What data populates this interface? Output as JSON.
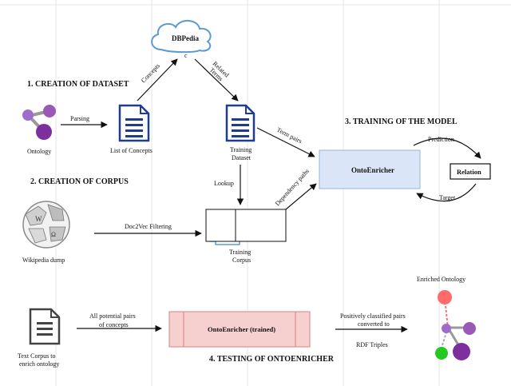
{
  "sections": {
    "dataset": "1. CREATION OF DATASET",
    "corpus": "2. CREATION OF CORPUS",
    "training": "3. TRAINING OF THE MODEL",
    "testing": "4. TESTING OF ONTOENRICHER"
  },
  "nodes": {
    "dbpedia": "DBPedia",
    "dbpedia_sub": "c",
    "ontology": "Ontology",
    "list_of_concepts": "List of Concepts",
    "training_dataset_1": "Training",
    "training_dataset_2": "Dataset",
    "training_corpus_1": "Training",
    "training_corpus_2": "Corpus",
    "wikipedia_dump": "Wikipedia dump",
    "ontoenricher": "OntoEnricher",
    "relation": "Relation",
    "ontoenricher_trained": "OntoEnricher  (trained)",
    "text_corpus_1": "Text Corpus to",
    "text_corpus_2": "enrich ontology",
    "enriched_ontology": "Enriched Ontology"
  },
  "edges": {
    "parsing": "Parsing",
    "concepts": "Concepts",
    "related_terms_1": "Related",
    "related_terms_2": "Terms",
    "term_pairs": "Term pairs",
    "dependency_paths": "Dependency paths",
    "lookup": "Lookup",
    "doc2vec": "Doc2Vec Filtering",
    "prediction": "Prediction",
    "target": "Target",
    "all_pairs_1": "All potential pairs",
    "all_pairs_2": "of concepts",
    "positive_1": "Positively classified pairs",
    "positive_2": "converted to",
    "rdf": "RDF Triples"
  },
  "colors": {
    "doc_blue": "#1f3d8c",
    "cloud_blue": "#5b9bd5",
    "onto_purple": "#8e44ad",
    "onto_box_fill": "#dae6f7",
    "trained_fill": "#f6cfcf",
    "trained_stroke": "#d98080",
    "enriched_red": "#ff6b6b",
    "enriched_green": "#22c922"
  }
}
